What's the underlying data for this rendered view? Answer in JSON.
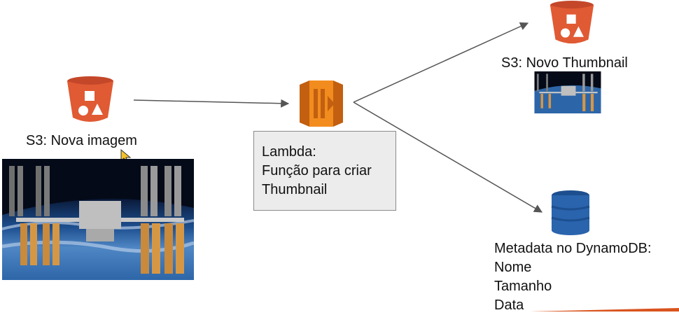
{
  "diagram": {
    "s3_source_label": "S3: Nova imagem",
    "lambda_lines": [
      "Lambda:",
      "Função para criar",
      "Thumbnail"
    ],
    "s3_thumb_label": "S3: Novo Thumbnail",
    "dynamo_lines": [
      "Metadata no DynamoDB:",
      "Nome",
      "Tamanho",
      "Data"
    ]
  },
  "colors": {
    "s3_orange": "#e05a33",
    "lambda_orange": "#f28c1e",
    "dynamo_blue": "#2a64ad",
    "arrow_gray": "#555555",
    "accent_bar": "#d9541e"
  },
  "icons": [
    "s3-bucket-icon",
    "lambda-icon",
    "dynamodb-icon",
    "cursor-icon"
  ]
}
